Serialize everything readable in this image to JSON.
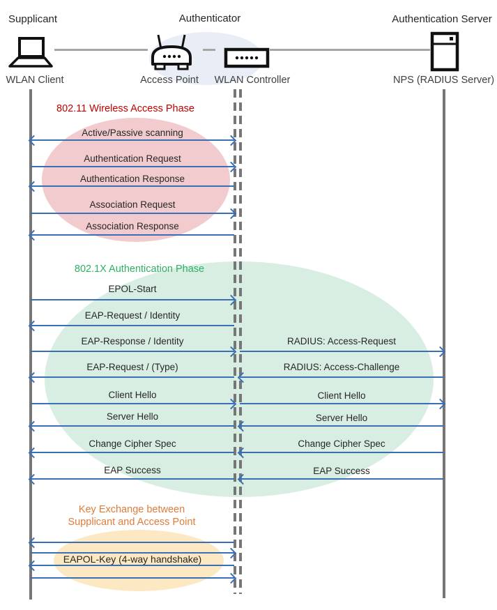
{
  "roles": {
    "supplicant": "Supplicant",
    "authenticator": "Authenticator",
    "auth_server": "Authentication Server"
  },
  "devices": {
    "wlan_client": "WLAN Client",
    "access_point": "Access Point",
    "wlan_controller": "WLAN Controller",
    "nps": "NPS (RADIUS Server)"
  },
  "icons": {
    "laptop": "laptop-icon",
    "access_point": "wireless-router-icon",
    "controller": "switch-controller-icon",
    "server": "server-tower-icon"
  },
  "colors": {
    "arrow_blue": "#3a6eb5",
    "lifeline_gray": "#767676",
    "connector_gray": "#a6a6a6",
    "phase1_title": "#c00000",
    "phase1_fill": "#f2cbce",
    "phase2_title": "#2eaf64",
    "phase2_fill": "#d9eee2",
    "phase3_title": "#e07b39",
    "phase3_fill": "#fce9c3",
    "authenticator_fill": "#e9edf6"
  },
  "phases": {
    "p80211": {
      "title": "802.11 Wireless Access Phase",
      "messages": [
        {
          "label": "Active/Passive scanning",
          "direction": "both"
        },
        {
          "label": "Authentication Request",
          "direction": "right"
        },
        {
          "label": "Authentication Response",
          "direction": "left"
        },
        {
          "label": "Association Request",
          "direction": "right"
        },
        {
          "label": "Association Response",
          "direction": "left"
        }
      ]
    },
    "p8021x": {
      "title": "802.1X Authentication Phase",
      "left_messages": [
        {
          "label": "EPOL-Start",
          "direction": "right"
        },
        {
          "label": "EAP-Request / Identity",
          "direction": "left"
        },
        {
          "label": "EAP-Response / Identity",
          "direction": "right"
        },
        {
          "label": "EAP-Request / (Type)",
          "direction": "left"
        },
        {
          "label": "Client Hello",
          "direction": "right"
        },
        {
          "label": "Server Hello",
          "direction": "left"
        },
        {
          "label": "Change Cipher Spec",
          "direction": "left"
        },
        {
          "label": "EAP Success",
          "direction": "left"
        }
      ],
      "right_messages": [
        {
          "label": "RADIUS: Access-Request",
          "direction": "right"
        },
        {
          "label": "RADIUS: Access-Challenge",
          "direction": "left"
        },
        {
          "label": "Client Hello",
          "direction": "right"
        },
        {
          "label": "Server Hello",
          "direction": "left"
        },
        {
          "label": "Change Cipher Spec",
          "direction": "left"
        },
        {
          "label": "EAP Success",
          "direction": "left"
        }
      ]
    },
    "key_exchange": {
      "title_lines": [
        "Key Exchange between",
        "Supplicant and Access Point"
      ],
      "label": "EAPOL-Key (4-way handshake)",
      "arrows": [
        "left",
        "right",
        "left",
        "right"
      ]
    }
  }
}
